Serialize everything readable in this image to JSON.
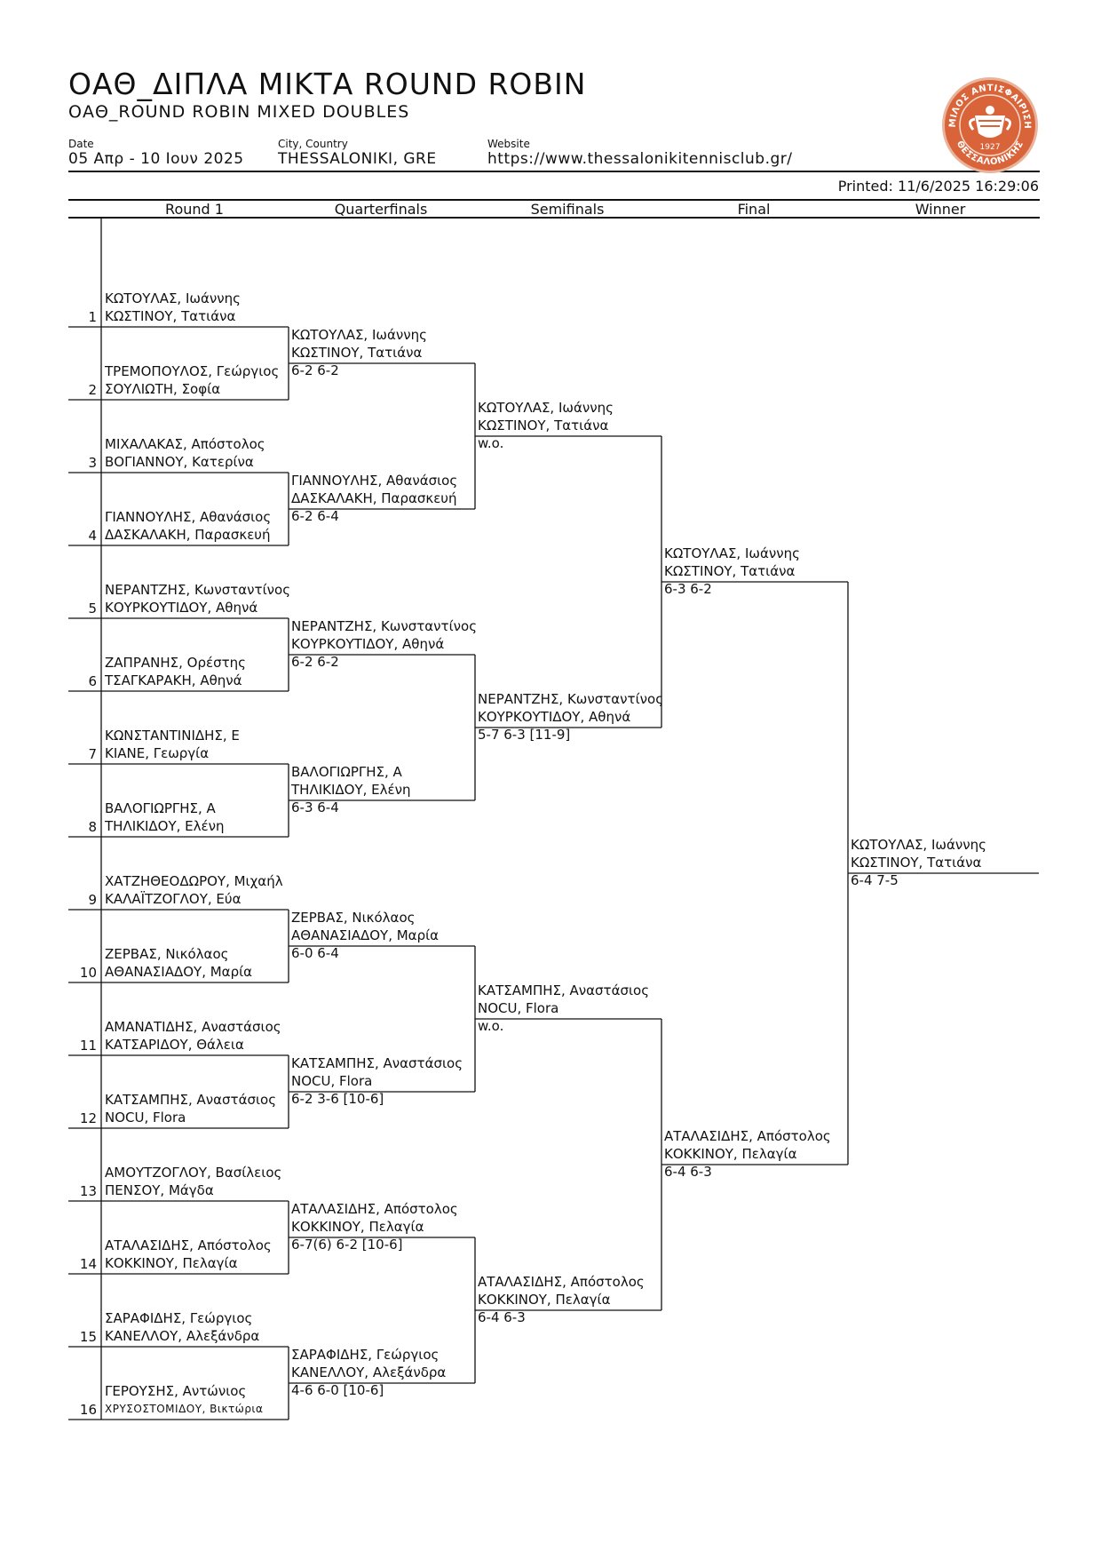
{
  "header": {
    "title": "ΟΑΘ_ΔΙΠΛΑ ΜΙΚΤΑ ROUND ROBIN",
    "subtitle": "ΟΑΘ_ROUND ROBIN MIXED DOUBLES",
    "date_label": "Date",
    "date_value": "05 Απρ - 10 Ιουν 2025",
    "city_label": "City, Country",
    "city_value": "THESSALONIKI, GRE",
    "website_label": "Website",
    "website_value": "https://www.thessalonikitennisclub.gr/",
    "printed": "Printed: 11/6/2025 16:29:06"
  },
  "logo": {
    "top_text": "ΟΜΙΛΟΣ ΑΝΤΙΣΦΑΙΡΙΣΗΣ",
    "bottom_text": "ΘΕΣΣΑΛΟΝΙΚΗΣ",
    "year": "1927",
    "color": "#d9643a"
  },
  "rounds": [
    "Round 1",
    "Quarterfinals",
    "Semifinals",
    "Final",
    "Winner"
  ],
  "round1": [
    {
      "seed": "1",
      "p1": "ΚΩΤΟΥΛΑΣ, Ιωάννης",
      "p2": "ΚΩΣΤΙΝΟΥ, Τατιάνα"
    },
    {
      "seed": "2",
      "p1": "ΤΡΕΜΟΠΟΥΛΟΣ, Γεώργιος",
      "p2": "ΣΟΥΛΙΩΤΗ, Σοφία"
    },
    {
      "seed": "3",
      "p1": "ΜΙΧΑΛΑΚΑΣ, Απόστολος",
      "p2": "ΒΟΓΙΑΝΝΟΥ, Κατερίνα"
    },
    {
      "seed": "4",
      "p1": "ΓΙΑΝΝΟΥΛΗΣ, Αθανάσιος",
      "p2": "ΔΑΣΚΑΛΑΚΗ, Παρασκευή"
    },
    {
      "seed": "5",
      "p1": "ΝΕΡΑΝΤΖΗΣ, Κωνσταντίνος",
      "p2": "ΚΟΥΡΚΟΥΤΙΔΟΥ, Αθηνά"
    },
    {
      "seed": "6",
      "p1": "ΖΑΠΡΑΝΗΣ, Ορέστης",
      "p2": "ΤΣΑΓΚΑΡΑΚΗ, Αθηνά"
    },
    {
      "seed": "7",
      "p1": "ΚΩΝΣΤΑΝΤΙΝΙΔΗΣ, Ε",
      "p2": "ΚΙΑΝΕ, Γεωργία"
    },
    {
      "seed": "8",
      "p1": "ΒΑΛΟΓΙΩΡΓΗΣ, Α",
      "p2": "ΤΗΛΙΚΙΔΟΥ, Ελένη"
    },
    {
      "seed": "9",
      "p1": "ΧΑΤΖΗΘΕΟΔΩΡΟΥ, Μιχαήλ",
      "p2": "ΚΑΛΑΪΤΖΟΓΛΟΥ, Εύα"
    },
    {
      "seed": "10",
      "p1": "ΖΕΡΒΑΣ, Νικόλαος",
      "p2": "ΑΘΑΝΑΣΙΑΔΟΥ, Μαρία"
    },
    {
      "seed": "11",
      "p1": "ΑΜΑΝΑΤΙΔΗΣ, Αναστάσιος",
      "p2": "ΚΑΤΣΑΡΙΔΟΥ, Θάλεια"
    },
    {
      "seed": "12",
      "p1": "ΚΑΤΣΑΜΠΗΣ, Αναστάσιος",
      "p2": "NOCU, Flora"
    },
    {
      "seed": "13",
      "p1": "ΑΜΟΥΤΖΟΓΛΟΥ, Βασίλειος",
      "p2": "ΠΕΝΣΟΥ, Μάγδα"
    },
    {
      "seed": "14",
      "p1": "ΑΤΑΛΑΣΙΔΗΣ, Απόστολος",
      "p2": "ΚΟΚΚΙΝΟΥ, Πελαγία"
    },
    {
      "seed": "15",
      "p1": "ΣΑΡΑΦΙΔΗΣ, Γεώργιος",
      "p2": "ΚΑΝΕΛΛΟΥ, Αλεξάνδρα"
    },
    {
      "seed": "16",
      "p1": "ΓΕΡΟΥΣΗΣ, Αντώνιος",
      "p2": "ΧΡΥΣΟΣΤΟΜΙΔΟΥ, Βικτώρια"
    }
  ],
  "quarterfinals": [
    {
      "p1": "ΚΩΤΟΥΛΑΣ, Ιωάννης",
      "p2": "ΚΩΣΤΙΝΟΥ, Τατιάνα",
      "score": "6-2 6-2"
    },
    {
      "p1": "ΓΙΑΝΝΟΥΛΗΣ, Αθανάσιος",
      "p2": "ΔΑΣΚΑΛΑΚΗ, Παρασκευή",
      "score": "6-2 6-4"
    },
    {
      "p1": "ΝΕΡΑΝΤΖΗΣ, Κωνσταντίνος",
      "p2": "ΚΟΥΡΚΟΥΤΙΔΟΥ, Αθηνά",
      "score": "6-2 6-2"
    },
    {
      "p1": "ΒΑΛΟΓΙΩΡΓΗΣ, Α",
      "p2": "ΤΗΛΙΚΙΔΟΥ, Ελένη",
      "score": "6-3 6-4"
    },
    {
      "p1": "ΖΕΡΒΑΣ, Νικόλαος",
      "p2": "ΑΘΑΝΑΣΙΑΔΟΥ, Μαρία",
      "score": "6-0 6-4"
    },
    {
      "p1": "ΚΑΤΣΑΜΠΗΣ, Αναστάσιος",
      "p2": "NOCU, Flora",
      "score": "6-2 3-6 [10-6]"
    },
    {
      "p1": "ΑΤΑΛΑΣΙΔΗΣ, Απόστολος",
      "p2": "ΚΟΚΚΙΝΟΥ, Πελαγία",
      "score": "6-7(6) 6-2 [10-6]"
    },
    {
      "p1": "ΣΑΡΑΦΙΔΗΣ, Γεώργιος",
      "p2": "ΚΑΝΕΛΛΟΥ, Αλεξάνδρα",
      "score": "4-6 6-0 [10-6]"
    }
  ],
  "semifinals": [
    {
      "p1": "ΚΩΤΟΥΛΑΣ, Ιωάννης",
      "p2": "ΚΩΣΤΙΝΟΥ, Τατιάνα",
      "score": "w.o."
    },
    {
      "p1": "ΝΕΡΑΝΤΖΗΣ, Κωνσταντίνος",
      "p2": "ΚΟΥΡΚΟΥΤΙΔΟΥ, Αθηνά",
      "score": "5-7 6-3 [11-9]"
    },
    {
      "p1": "ΚΑΤΣΑΜΠΗΣ, Αναστάσιος",
      "p2": "NOCU, Flora",
      "score": "w.o."
    },
    {
      "p1": "ΑΤΑΛΑΣΙΔΗΣ, Απόστολος",
      "p2": "ΚΟΚΚΙΝΟΥ, Πελαγία",
      "score": "6-4 6-3"
    }
  ],
  "final": [
    {
      "p1": "ΚΩΤΟΥΛΑΣ, Ιωάννης",
      "p2": "ΚΩΣΤΙΝΟΥ, Τατιάνα",
      "score": "6-3 6-2"
    },
    {
      "p1": "ΑΤΑΛΑΣΙΔΗΣ, Απόστολος",
      "p2": "ΚΟΚΚΙΝΟΥ, Πελαγία",
      "score": "6-4 6-3"
    }
  ],
  "winner": {
    "p1": "ΚΩΤΟΥΛΑΣ, Ιωάννης",
    "p2": "ΚΩΣΤΙΝΟΥ, Τατιάνα",
    "score": "6-4 7-5"
  }
}
